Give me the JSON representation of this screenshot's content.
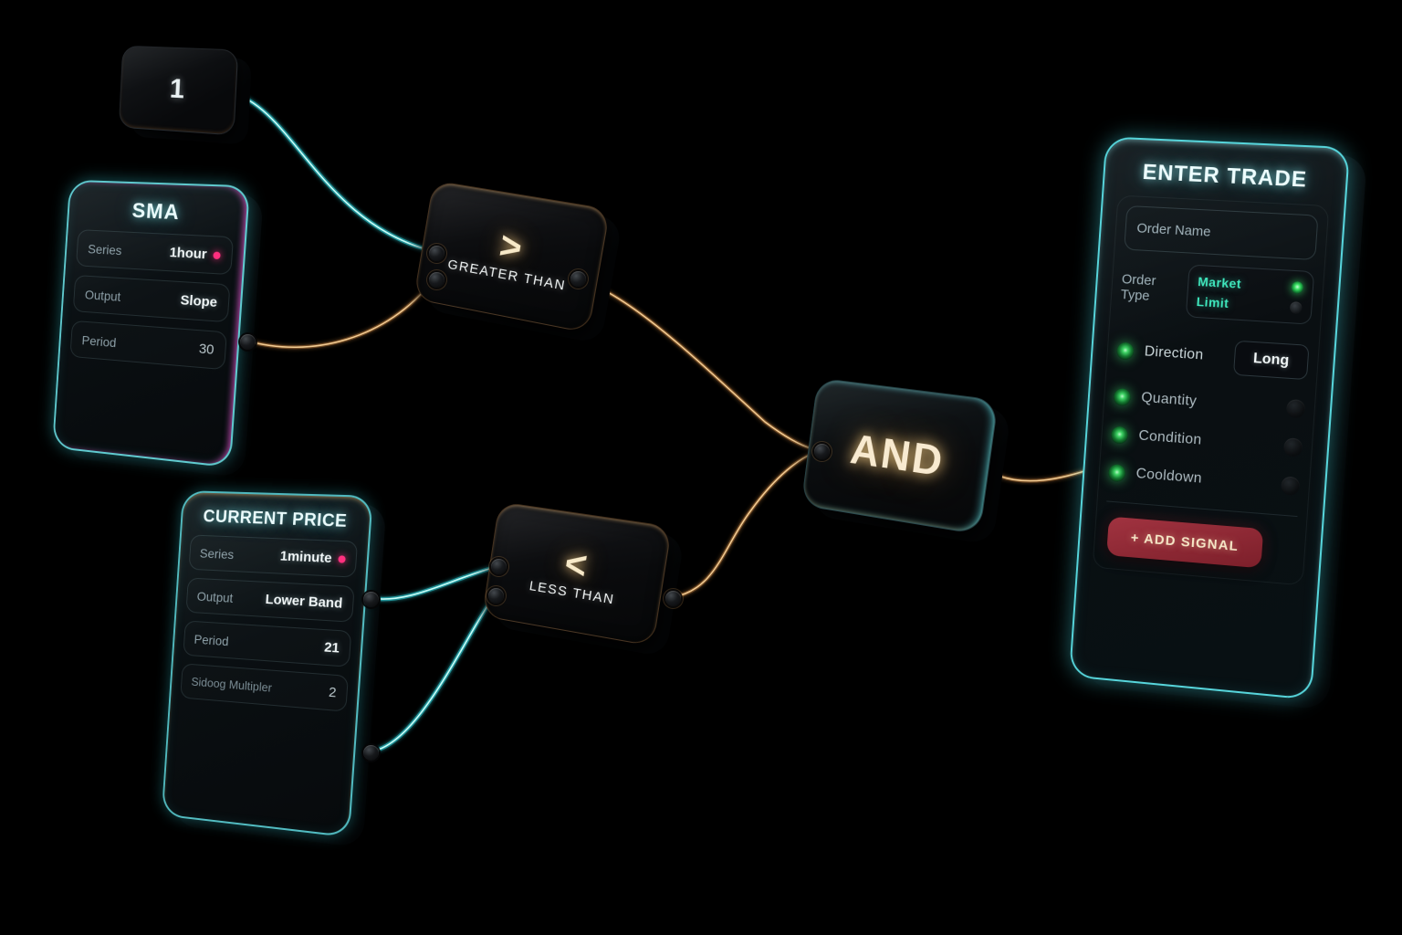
{
  "editor": {
    "background": "#000000"
  },
  "colors": {
    "neon_cyan": "#4fe6ea",
    "neon_magenta": "#e649c8",
    "copper_wire": "#d99a55",
    "cream_glow": "#f6e8c6",
    "signal_green": "#3fd465",
    "accent_teal": "#3de8bd",
    "pink_dot": "#ff2e7e",
    "button_red": "#8e2733",
    "text_muted": "#9aabb2",
    "text_bright": "#f1f7f8"
  },
  "nodes": {
    "constant_one": {
      "value": "1"
    },
    "sma": {
      "title": "SMA",
      "fields": [
        {
          "label": "Series",
          "value": "1hour"
        },
        {
          "label": "Output",
          "value": "Slope"
        },
        {
          "label": "Period",
          "value": "30"
        }
      ]
    },
    "current_price": {
      "title": "CURRENT PRICE",
      "fields": [
        {
          "label": "Series",
          "value": "1minute"
        },
        {
          "label": "Output",
          "value": "Lower Band"
        },
        {
          "label": "Period",
          "value": "21"
        },
        {
          "label": "Sidoog Multipler",
          "value": "2"
        }
      ]
    },
    "greater_than": {
      "symbol": ">",
      "label": "GREATER THAN"
    },
    "less_than": {
      "symbol": "<",
      "label": "LESS THAN"
    },
    "and_gate": {
      "label": "AND"
    },
    "enter_trade": {
      "title": "ENTER TRADE",
      "order_name_placeholder": "Order Name",
      "order_type_label": "Order Type",
      "order_type_options": [
        "Market",
        "Limit"
      ],
      "order_type_selected": "Market",
      "direction_label": "Direction",
      "direction_value": "Long",
      "signal_inputs": [
        "Quantity",
        "Condition",
        "Cooldown"
      ],
      "add_signal_label": "+ ADD SIGNAL"
    }
  }
}
